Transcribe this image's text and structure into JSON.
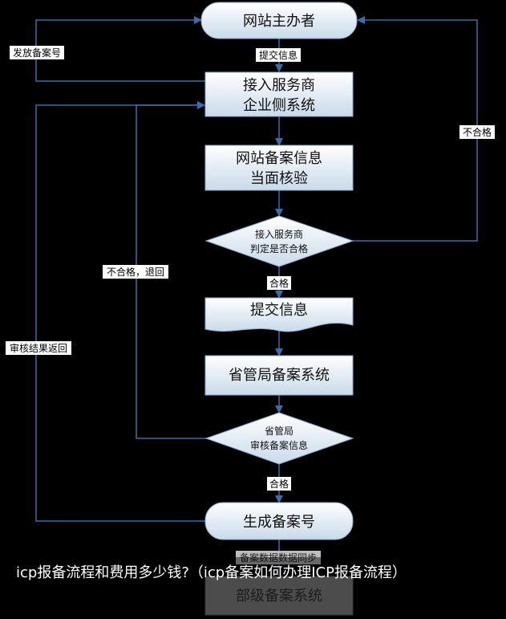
{
  "nodes": {
    "sponsor": "网站主办者",
    "access_provider_line1": "接入服务商",
    "access_provider_line2": "企业侧系统",
    "verify_line1": "网站备案信息",
    "verify_line2": "当面核验",
    "decision1_line1": "接入服务商",
    "decision1_line2": "判定是否合格",
    "submit": "提交信息",
    "provincial_system": "省管局备案系统",
    "decision2_line1": "省管局",
    "decision2_line2": "审核备案信息",
    "generate_number": "生成备案号",
    "ministry_system": "部级备案系统"
  },
  "edge_labels": {
    "submit_info": "提交信息",
    "issue_number": "发放备案号",
    "fail_right": "不合格",
    "fail_return": "不合格，退回",
    "review_return": "审核结果返回",
    "pass1": "合格",
    "pass2": "合格",
    "sync": "备案数据数据同步"
  },
  "caption": "icp报备流程和费用多少钱?（icp备案如何办理ICP报备流程）",
  "colors": {
    "box_fill": "#d6e4f0",
    "box_stroke": "#8aa9cc",
    "line": "#3a6ea5",
    "background": "#000000"
  }
}
